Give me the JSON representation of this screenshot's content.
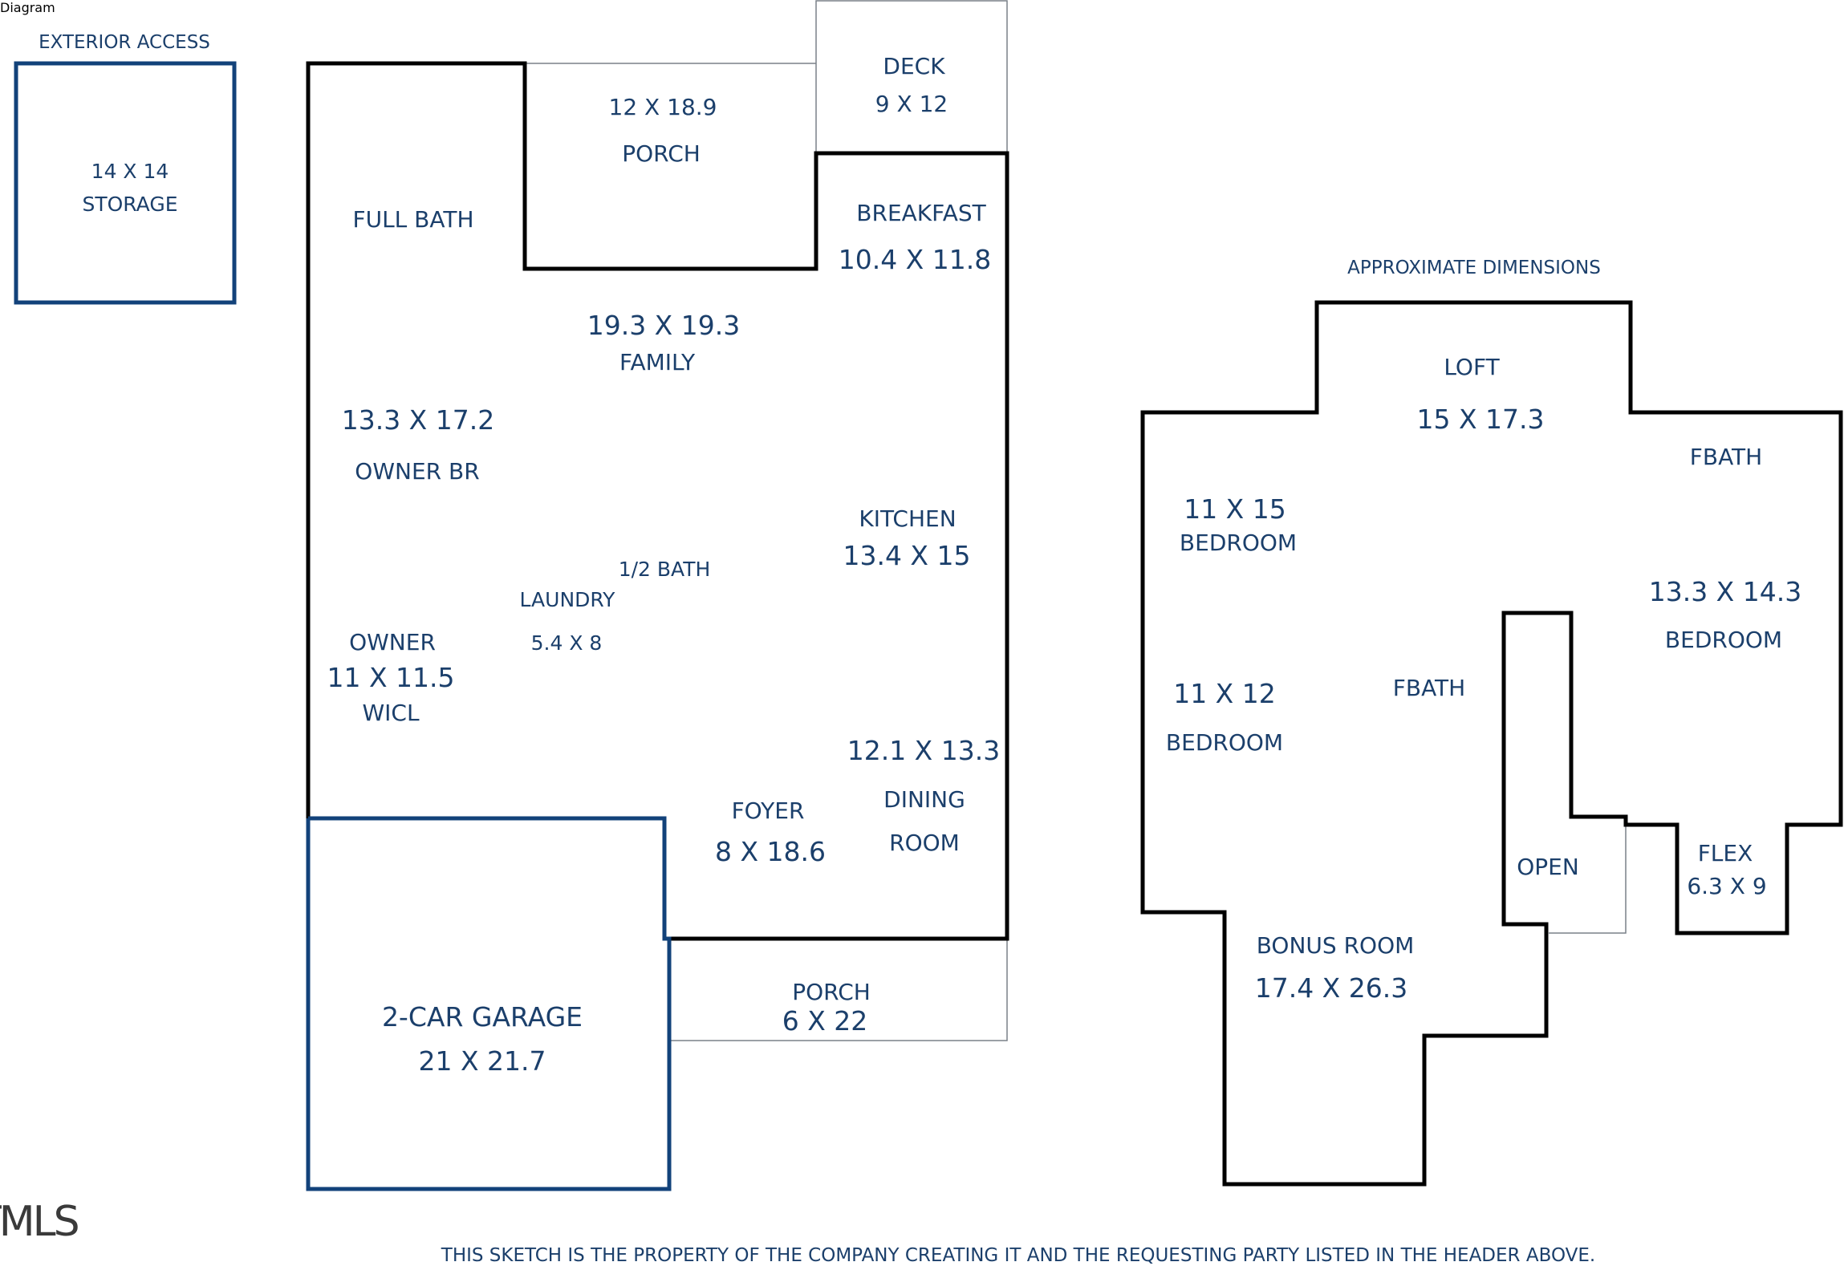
{
  "colors": {
    "label_text": "#1b3f6b",
    "wall_black": "#000000",
    "wall_blue": "#12427a",
    "open_line_gray": "#7a8088"
  },
  "notes": {
    "exterior_access": "EXTERIOR ACCESS",
    "approximate_dimensions": "APPROXIMATE DIMENSIONS",
    "footer": "THIS SKETCH IS THE PROPERTY OF THE COMPANY CREATING IT AND THE REQUESTING PARTY LISTED IN THE HEADER ABOVE.",
    "watermark": "TMLS"
  },
  "storage": {
    "dims": "14 X 14",
    "name": "STORAGE"
  },
  "main_floor": {
    "porch_back": {
      "dims": "12 X 18.9",
      "name": "PORCH"
    },
    "deck": {
      "name": "DECK",
      "dims": "9 X 12"
    },
    "full_bath": {
      "name": "FULL BATH"
    },
    "breakfast": {
      "name": "BREAKFAST",
      "dims": "10.4 X 11.8"
    },
    "family": {
      "dims": "19.3 X 19.3",
      "name": "FAMILY"
    },
    "owner_br": {
      "dims": "13.3 X 17.2",
      "name": "OWNER BR"
    },
    "kitchen": {
      "name": "KITCHEN",
      "dims": "13.4 X 15"
    },
    "half_bath": {
      "name": "1/2 BATH"
    },
    "laundry": {
      "name": "LAUNDRY",
      "dims": "5.4 X 8"
    },
    "owner_wicl": {
      "line1": "OWNER",
      "dims": "11 X 11.5",
      "line3": "WICL"
    },
    "dining": {
      "dims": "12.1 X 13.3",
      "line1": "DINING",
      "line2": "ROOM"
    },
    "foyer": {
      "name": "FOYER",
      "dims": "8 X 18.6"
    },
    "garage": {
      "name": "2-CAR GARAGE",
      "dims": "21 X 21.7"
    },
    "porch_front": {
      "name": "PORCH",
      "dims": "6 X 22"
    }
  },
  "upper_floor": {
    "loft": {
      "name": "LOFT",
      "dims": "15 X 17.3"
    },
    "fbath_right": {
      "name": "FBATH"
    },
    "bedroom_1": {
      "dims": "11 X 15",
      "name": "BEDROOM"
    },
    "bedroom_right": {
      "dims": "13.3 X 14.3",
      "name": "BEDROOM"
    },
    "bedroom_2": {
      "dims": "11 X 12",
      "name": "BEDROOM"
    },
    "fbath_center": {
      "name": "FBATH"
    },
    "open": {
      "name": "OPEN"
    },
    "flex": {
      "name": "FLEX",
      "dims": "6.3 X 9"
    },
    "bonus": {
      "name": "BONUS ROOM",
      "dims": "17.4 X 26.3"
    }
  }
}
